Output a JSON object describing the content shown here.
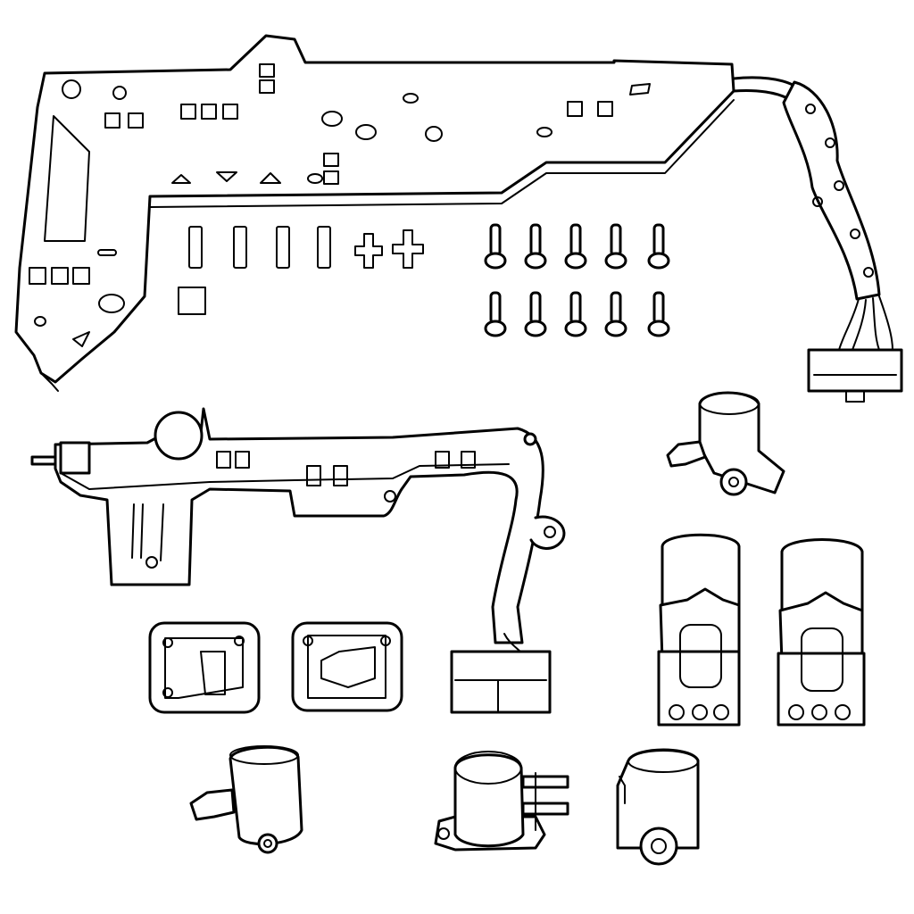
{
  "illustration": {
    "colors": {
      "line": "#000000",
      "background": "#ffffff"
    },
    "parts": [
      "circuit-board-with-harness",
      "bolts",
      "secondary-harness",
      "solenoid-valves",
      "gasket-plates",
      "pressure-regulator-solenoids"
    ]
  }
}
